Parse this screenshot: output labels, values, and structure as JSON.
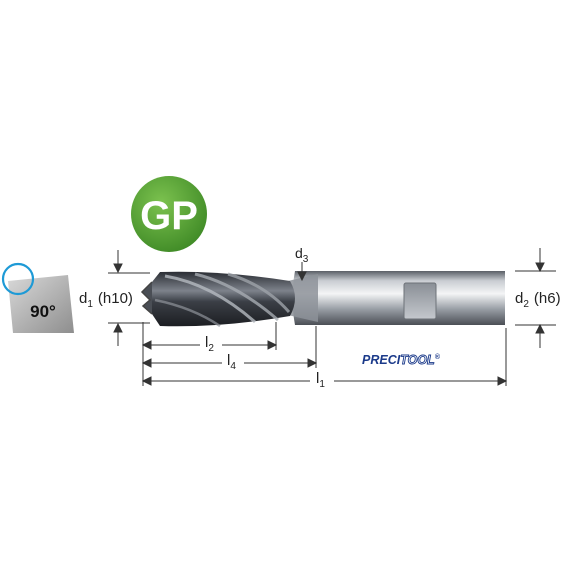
{
  "badge": {
    "text": "GP",
    "color": "#5aa23a"
  },
  "corner": {
    "angle_label": "90°"
  },
  "dimensions": {
    "d1": {
      "main": "d",
      "sub": "1",
      "suffix": "(h10)"
    },
    "d2": {
      "main": "d",
      "sub": "2",
      "suffix": "(h6)"
    },
    "d3": {
      "main": "d",
      "sub": "3"
    },
    "l1": {
      "main": "l",
      "sub": "1"
    },
    "l2": {
      "main": "l",
      "sub": "2"
    },
    "l4": {
      "main": "l",
      "sub": "4"
    }
  },
  "brand": {
    "part1": "PRECI",
    "part2": "TOOL",
    "mark": "®",
    "color": "#1b3a8a"
  },
  "colors": {
    "circle_outline": "#1e9ad6",
    "dimension_line": "#333333"
  }
}
